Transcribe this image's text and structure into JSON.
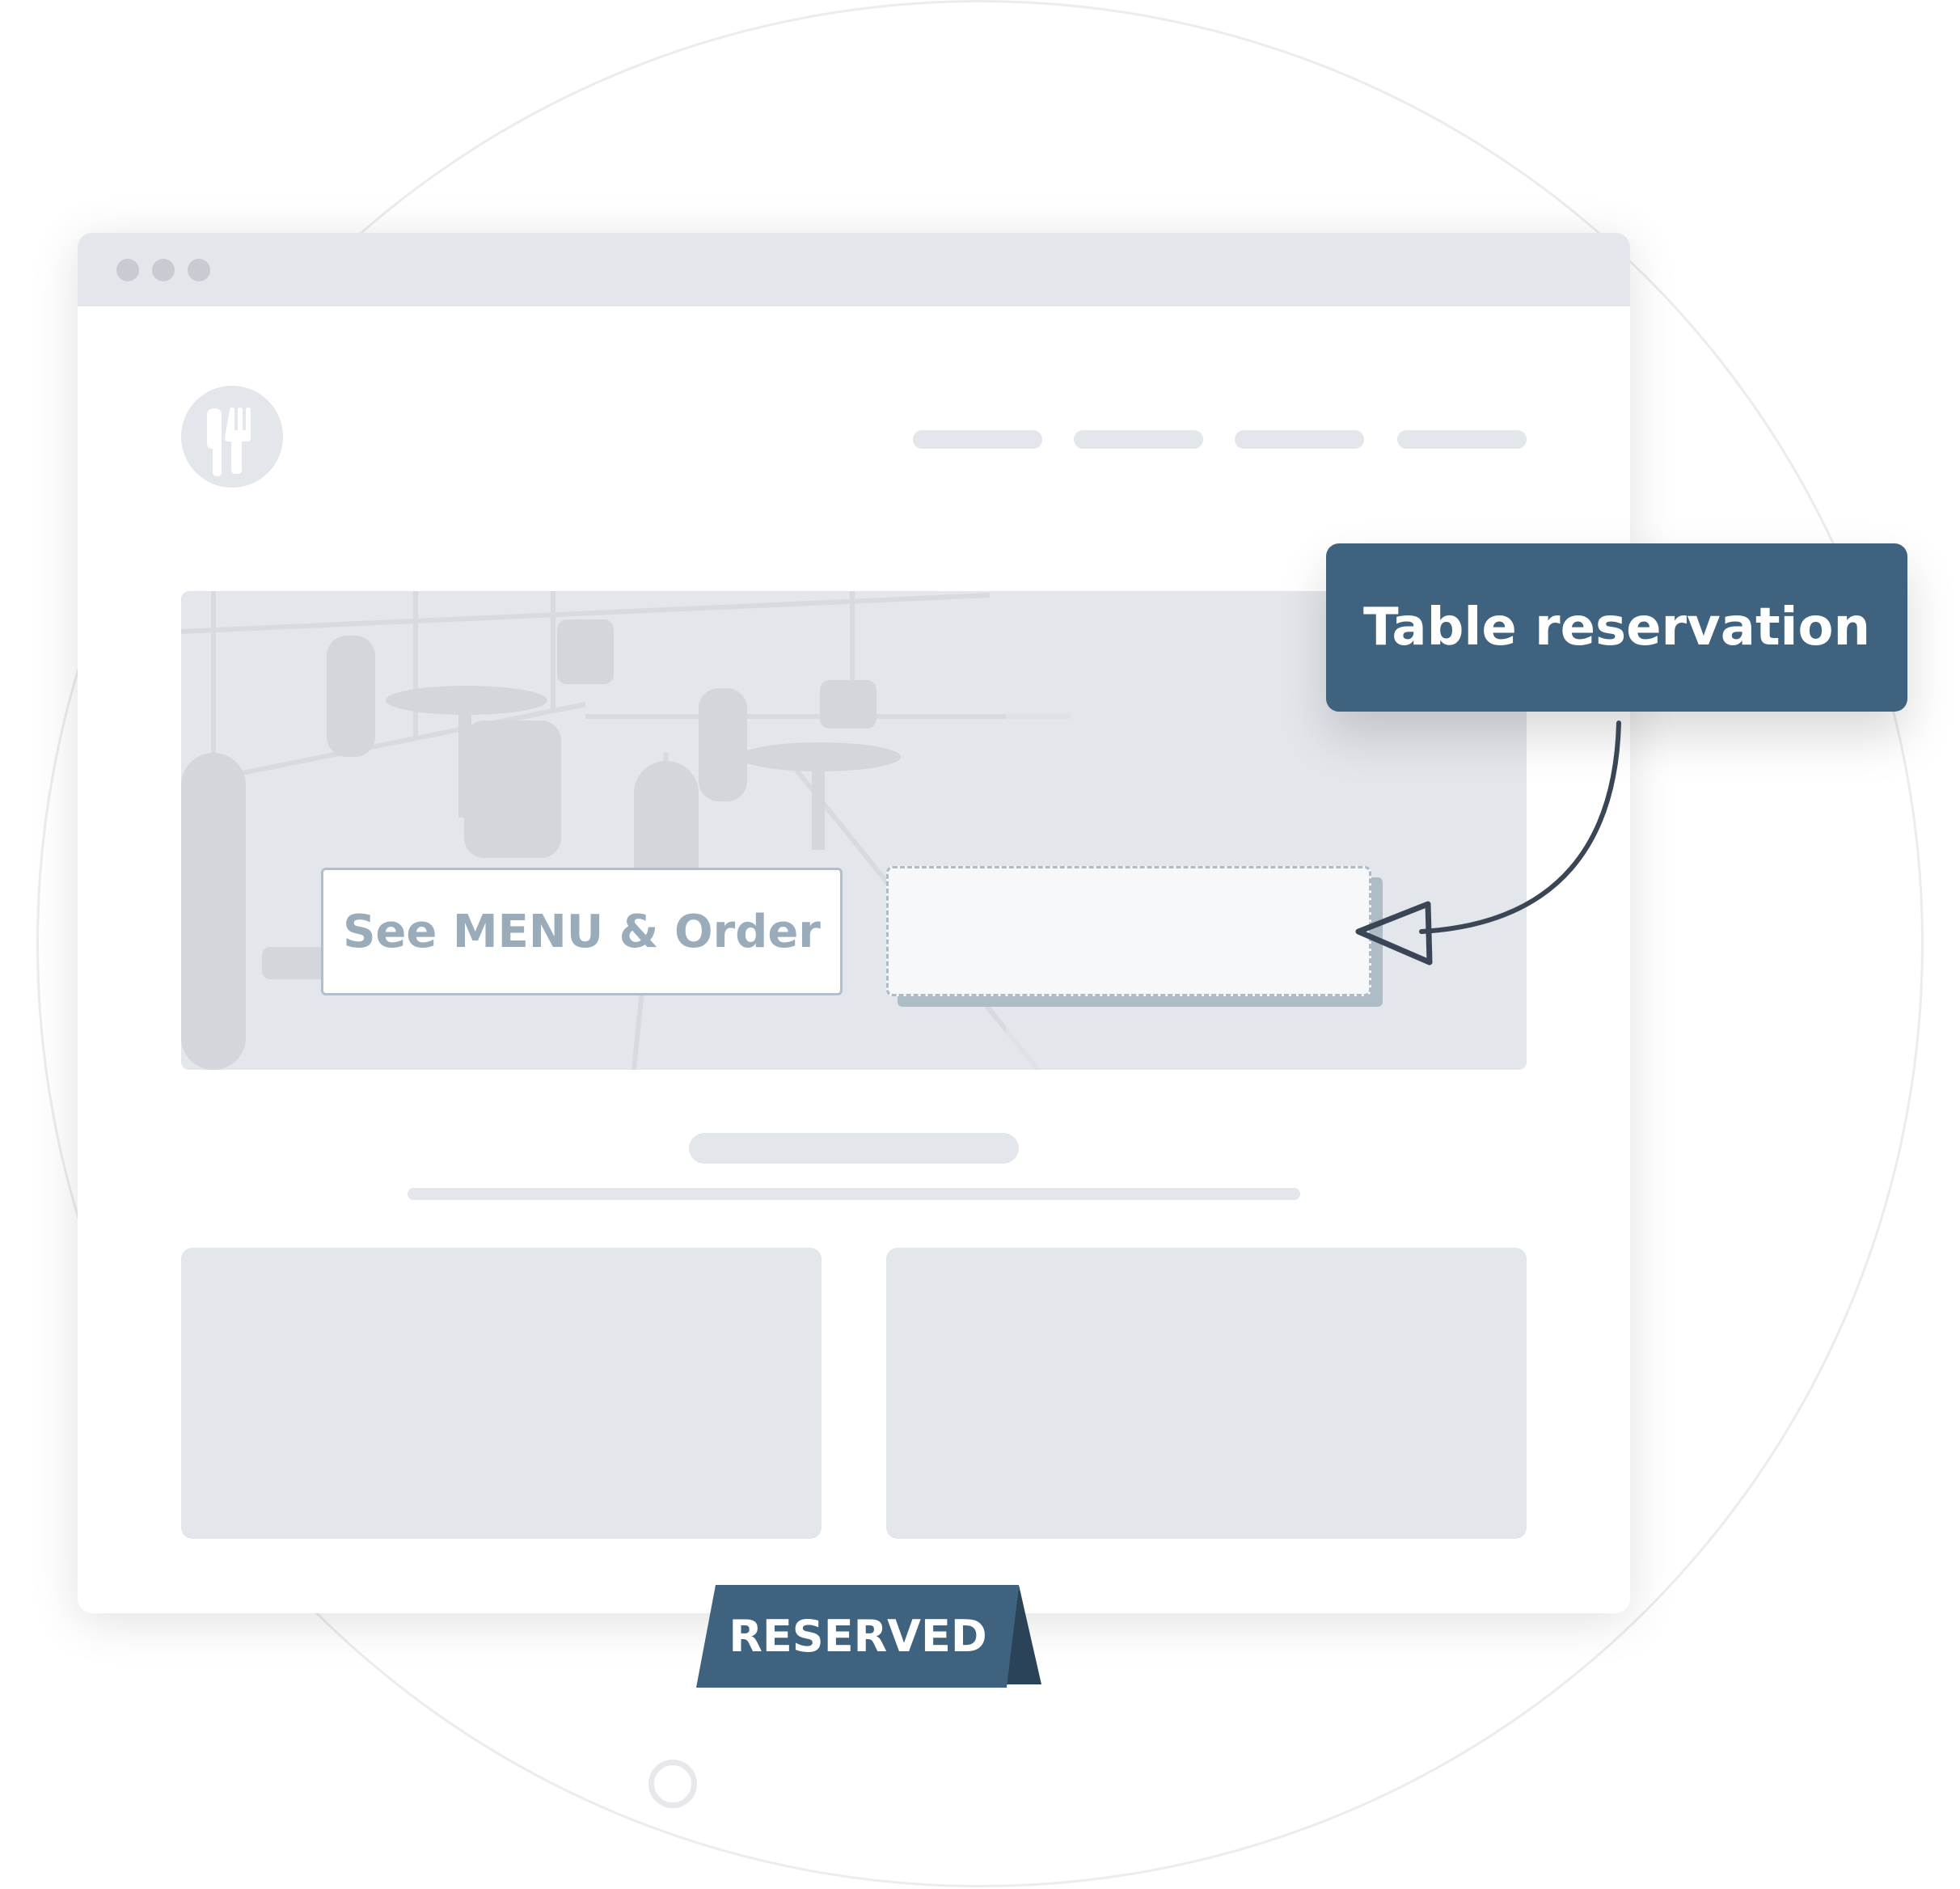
{
  "window": {
    "controls": [
      "dot",
      "dot",
      "dot"
    ]
  },
  "logo": {
    "icon": "knife-fork-icon"
  },
  "hero": {
    "menu_button_label": "See MENU & Order",
    "reservation_slot_label": ""
  },
  "callout": {
    "label": "Table reservation",
    "arrow_icon": "curved-arrow-icon"
  },
  "tag": {
    "label": "RESERVED"
  },
  "colors": {
    "accent": "#3f627e",
    "accent_dark": "#2b4359",
    "placeholder": "#e3e6ea",
    "button_text": "#9aabb9",
    "arrow": "#3a4656"
  }
}
